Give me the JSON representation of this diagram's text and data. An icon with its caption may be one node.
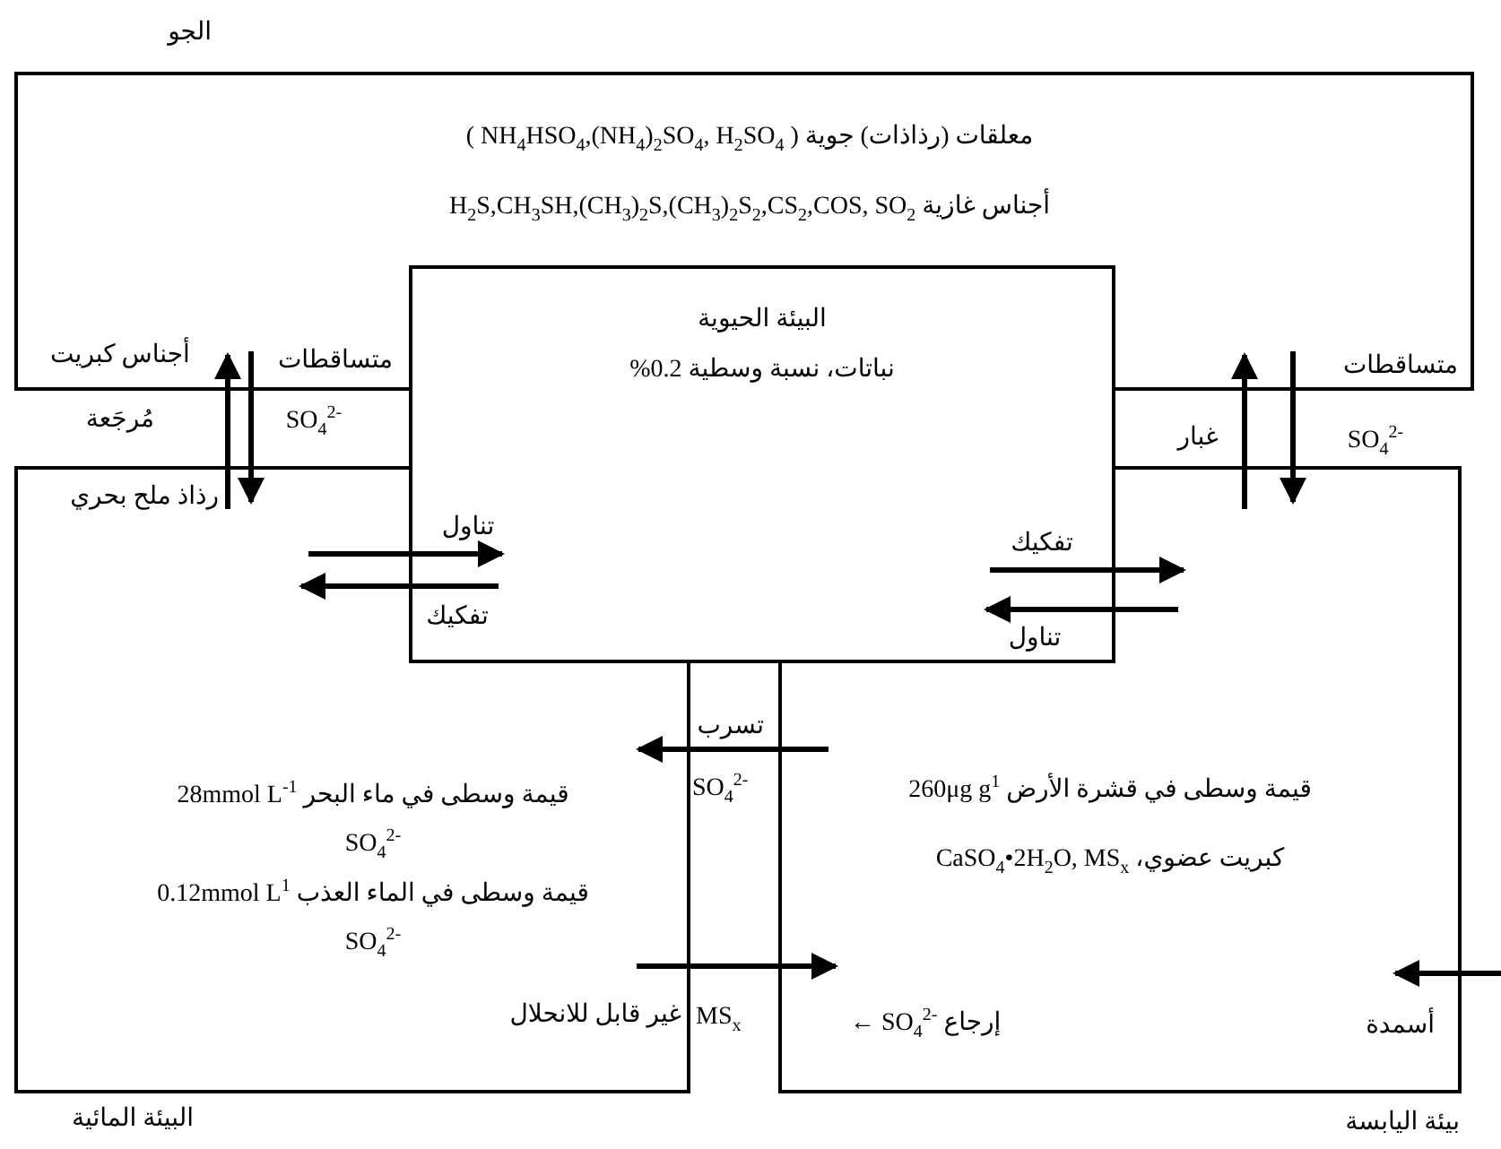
{
  "diagram": {
    "nodes": [
      {
        "text": [
          "الجو",
          "معلقات (رذاذات) جوية ( NH$_{4}$HSO$_{4}$,(NH$_{4}$)$_{2}$SO$_{4}$, H$_{2}$SO$_{4}$ )",
          "أجناس غازية H$_{2}$S,CH$_{3}$SH,(CH$_{3}$)$_{2}$S,(CH$_{3}$)$_{2}$S$_{2}$,CS$_{2}$,COS, SO$_{2}$"
        ]
      },
      {
        "text": [
          "البيئة الحيوية",
          "نباتات، نسبة وسطية 0.2%"
        ]
      },
      {
        "text": [
          "البيئة المائية",
          "قيمة وسطى في ماء البحر 28mmol L$^{-1}$",
          "SO$_{4}$$^{2-}$",
          "قيمة وسطى في الماء العذب 0.12mmol L$^{1}$",
          "SO$_{4}$$^{2-}$",
          "غير قابل للانحلال"
        ]
      },
      {
        "text": [
          "بيئة اليابسة",
          "قيمة وسطى في قشرة الأرض 260μg g$^{1}$",
          "كبريت عضوي، CaSO$_{4}$•2H$_{2}$O, MS$_{x}$",
          "← SO$_{4}$$^{2-}$ إرجاع"
        ]
      }
    ],
    "edges": [
      {
        "from": 0,
        "to": 2,
        "arrow": "to",
        "label": "متساقطات"
      },
      {
        "from": 2,
        "to": 0,
        "arrow": "to",
        "label": "أجناس كبريت مُرجَعة"
      },
      {
        "from": 2,
        "to": 1,
        "arrow": "to",
        "label": "تناول"
      },
      {
        "from": 1,
        "to": 2,
        "arrow": "to",
        "label": "تفكيك"
      },
      {
        "from": 1,
        "to": 3,
        "arrow": "to",
        "label": "تفكيك"
      },
      {
        "from": 3,
        "to": 1,
        "arrow": "to",
        "label": "تناول"
      },
      {
        "from": 3,
        "to": 0,
        "arrow": "to",
        "label": "غبار"
      },
      {
        "from": 0,
        "to": 3,
        "arrow": "to",
        "label": "متساقطات"
      },
      {
        "from": 3,
        "to": 2,
        "arrow": "to",
        "label": "تسرب"
      },
      {
        "from": 2,
        "to": 3,
        "arrow": "to"
      },
      {
        "from": null,
        "to": 3,
        "arrow": "to",
        "label": "أسمدة"
      }
    ],
    "labels": [
      "SO$_{4}$$^{2-}$",
      "رذاذ ملح بحري",
      "SO$_{4}$$^{2-}$",
      "SO$_{4}$$^{2-}$",
      "MS$_{x}$"
    ]
  }
}
